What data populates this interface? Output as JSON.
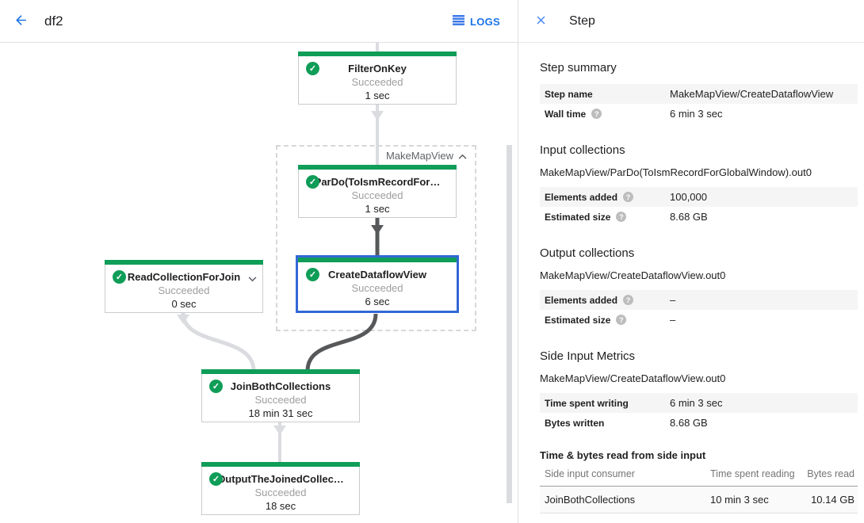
{
  "colors": {
    "accent_blue": "#1a73e8",
    "close_blue": "#4285f4",
    "success_green": "#0f9d58",
    "selection_border": "#3367d6",
    "edge_light": "#dadce0",
    "edge_dark": "#57585a"
  },
  "topbar": {
    "title": "df2",
    "logs_label": "LOGS"
  },
  "graph": {
    "check_glyph": "✓",
    "group": {
      "label": "MakeMapView"
    },
    "nodes": [
      {
        "title": "FilterOnKey",
        "status": "Succeeded",
        "time": "1 sec"
      },
      {
        "title": "ParDo(ToIsmRecordFor…",
        "status": "Succeeded",
        "time": "1 sec"
      },
      {
        "title": "CreateDataflowView",
        "status": "Succeeded",
        "time": "6 sec",
        "selected": true
      },
      {
        "title": "ReadCollectionForJoin",
        "status": "Succeeded",
        "time": "0 sec"
      },
      {
        "title": "JoinBothCollections",
        "status": "Succeeded",
        "time": "18 min 31 sec"
      },
      {
        "title": "OutputTheJoinedCollec…",
        "status": "Succeeded",
        "time": "18 sec"
      }
    ]
  },
  "panel": {
    "title": "Step",
    "help_glyph": "?",
    "step_summary": {
      "heading": "Step summary",
      "rows": [
        {
          "label": "Step name",
          "value": "MakeMapView/CreateDataflowView"
        },
        {
          "label": "Wall time",
          "value": "6 min 3 sec"
        }
      ]
    },
    "input_collections": {
      "heading": "Input collections",
      "collection": "MakeMapView/ParDo(ToIsmRecordForGlobalWindow).out0",
      "rows": [
        {
          "label": "Elements added",
          "value": "100,000"
        },
        {
          "label": "Estimated size",
          "value": "8.68 GB"
        }
      ]
    },
    "output_collections": {
      "heading": "Output collections",
      "collection": "MakeMapView/CreateDataflowView.out0",
      "rows": [
        {
          "label": "Elements added",
          "value": "–"
        },
        {
          "label": "Estimated size",
          "value": "–"
        }
      ]
    },
    "side_input_metrics": {
      "heading": "Side Input Metrics",
      "collection": "MakeMapView/CreateDataflowView.out0",
      "rows": [
        {
          "label": "Time spent writing",
          "value": "6 min 3 sec"
        },
        {
          "label": "Bytes written",
          "value": "8.68 GB"
        }
      ]
    },
    "side_input_table": {
      "heading": "Time & bytes read from side input",
      "columns": [
        "Side input consumer",
        "Time spent reading",
        "Bytes read"
      ],
      "rows": [
        [
          "JoinBothCollections",
          "10 min 3 sec",
          "10.14 GB"
        ]
      ]
    }
  }
}
